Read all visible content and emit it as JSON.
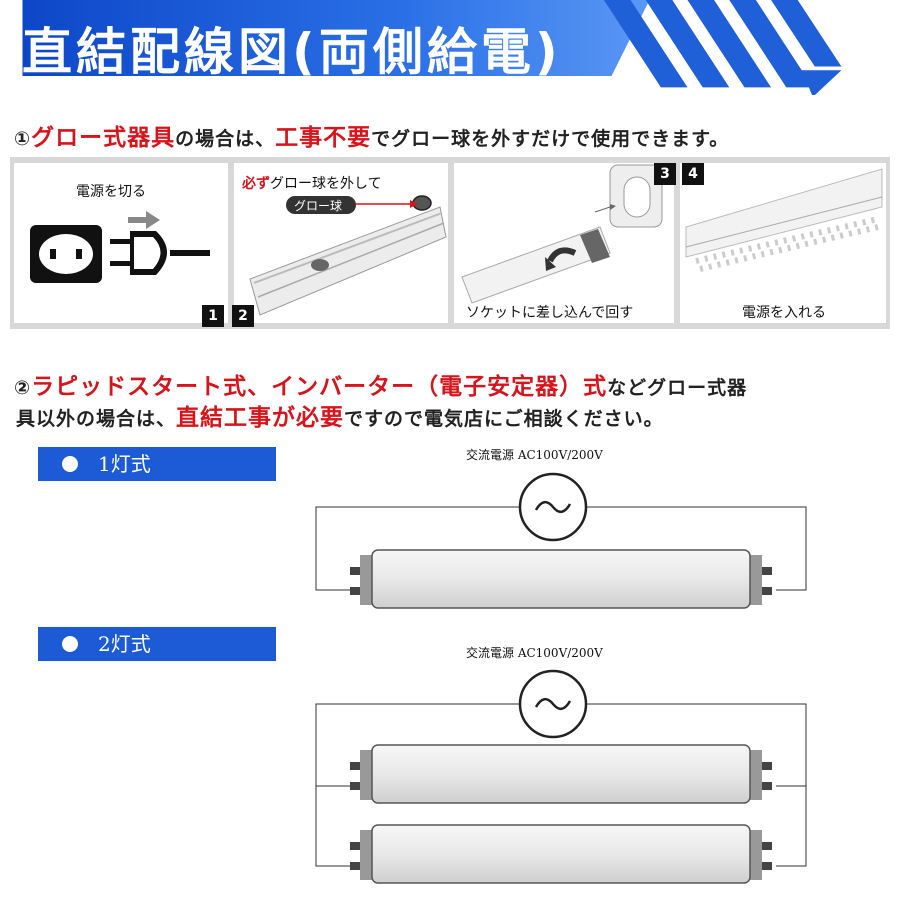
{
  "header": {
    "title": "直結配線図(両側給電)"
  },
  "section1": {
    "num": "①",
    "highlight1": "グロー式器具",
    "text1": "の場合は、",
    "highlight2": "工事不要",
    "text2": "でグロー球を外すだけで使用できます。",
    "steps": [
      {
        "number": "1",
        "caption": "電源を切る"
      },
      {
        "number": "2",
        "caption_red": "必ず",
        "caption": "グロー球を外して",
        "label": "グロー球"
      },
      {
        "number": "3",
        "caption": "ソケットに差し込んで回す"
      },
      {
        "number": "4",
        "caption": "電源を入れる"
      }
    ]
  },
  "section2": {
    "num": "②",
    "highlight1": "ラピッドスタート式、インバーター（電子安定器）式",
    "text1": "などグロー式器",
    "text2": "具以外の場合は、",
    "highlight2": "直結工事が必要",
    "text3": "ですので電気店にご相談ください。"
  },
  "diagrams": [
    {
      "label": "1灯式",
      "source": "交流電源 AC100V/200V",
      "tubes": 1
    },
    {
      "label": "2灯式",
      "source": "交流電源 AC100V/200V",
      "tubes": 2
    }
  ],
  "colors": {
    "accent": "#1d5bd6",
    "highlight": "#d7141b"
  }
}
